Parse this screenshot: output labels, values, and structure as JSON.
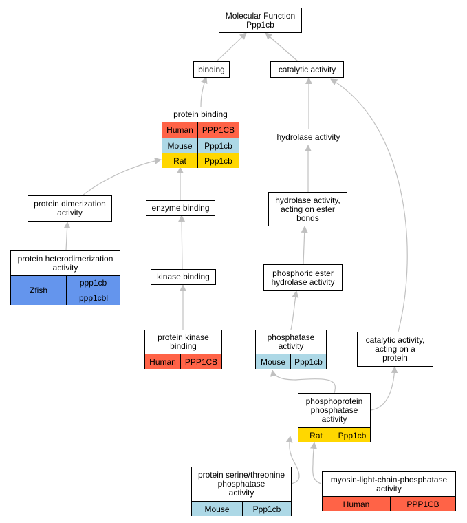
{
  "colors": {
    "human": "#ff6347",
    "mouse": "#add8e6",
    "rat": "#ffd700",
    "zfish": "#6495ed",
    "edge": "#c0c0c0"
  },
  "nodes": {
    "mf": {
      "label": "Molecular Function\nPpp1cb"
    },
    "bind": {
      "label": "binding"
    },
    "cat": {
      "label": "catalytic activity"
    },
    "pb": {
      "label": "protein binding",
      "rows": [
        {
          "species": "Human",
          "gene": "PPP1CB"
        },
        {
          "species": "Mouse",
          "gene": "Ppp1cb"
        },
        {
          "species": "Rat",
          "gene": "Ppp1cb"
        }
      ]
    },
    "hyd": {
      "label": "hydrolase activity"
    },
    "pdim": {
      "label": "protein dimerization\nactivity"
    },
    "enz": {
      "label": "enzyme binding"
    },
    "hest": {
      "label": "hydrolase activity,\nacting on ester\nbonds"
    },
    "phet": {
      "label": "protein heterodimerization\nactivity",
      "species": "Zfish",
      "genes": [
        "ppp1cb",
        "ppp1cbl"
      ]
    },
    "pest": {
      "label": "phosphoric ester\nhydrolase activity"
    },
    "kin": {
      "label": "kinase binding"
    },
    "pkb": {
      "label": "protein kinase\nbinding",
      "rows": [
        {
          "species": "Human",
          "gene": "PPP1CB"
        }
      ]
    },
    "ppa": {
      "label": "phosphatase\nactivity",
      "rows": [
        {
          "species": "Mouse",
          "gene": "Ppp1cb"
        }
      ]
    },
    "cap": {
      "label": "catalytic activity,\nacting on a\nprotein"
    },
    "ppp": {
      "label": "phosphoprotein\nphosphatase\nactivity",
      "rows": [
        {
          "species": "Rat",
          "gene": "Ppp1cb"
        }
      ]
    },
    "pst": {
      "label": "protein serine/threonine\nphosphatase\nactivity",
      "rows": [
        {
          "species": "Mouse",
          "gene": "Ppp1cb"
        }
      ]
    },
    "mlc": {
      "label": "myosin-light-chain-phosphatase\nactivity",
      "rows": [
        {
          "species": "Human",
          "gene": "PPP1CB"
        }
      ]
    }
  }
}
